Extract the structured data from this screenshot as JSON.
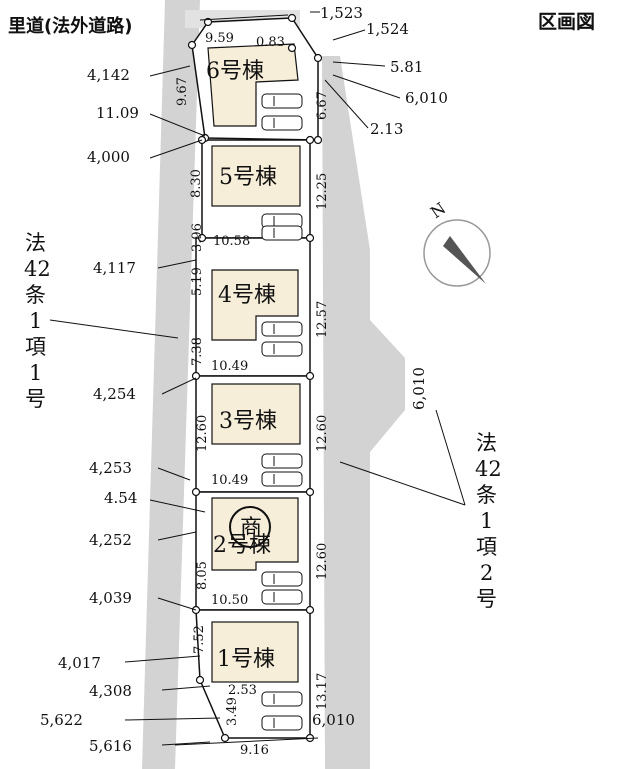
{
  "title": "区画図",
  "road_top_label": "里道(法外道路)",
  "road_left_label": [
    "法",
    "42",
    "条",
    "1",
    "項",
    "1",
    "号"
  ],
  "road_right_label": [
    "法",
    "42",
    "条",
    "1",
    "項",
    "2",
    "号"
  ],
  "commercial_mark": "商",
  "compass_letter": "N",
  "lots": [
    {
      "name": "6号棟"
    },
    {
      "name": "5号棟"
    },
    {
      "name": "4号棟"
    },
    {
      "name": "3号棟"
    },
    {
      "name": "2号棟"
    },
    {
      "name": "1号棟"
    }
  ],
  "left_elevations": [
    "4,142",
    "4,000",
    "4,117",
    "4,254",
    "4,253",
    "4,252",
    "4,039",
    "4,017",
    "4,308",
    "5,622",
    "5,616"
  ],
  "right_elevations": [
    "1,523",
    "1,524",
    "6,010",
    "6,010",
    "6,010"
  ],
  "lot_dimensions": {
    "top_width": "9.59",
    "lot6_top_small": "0.83",
    "lot6_left": "9.67",
    "lot6_right": "6.67",
    "lot6_right_small_a": "5.81",
    "lot6_right_small_b": "2.13",
    "lot6_bottom_left": "11.09",
    "lot5_left": "8.30",
    "lot5_right": "12.25",
    "lot5_bottom": "10.58",
    "lot4_left_small": "3.96",
    "lot4_left_a": "5.19",
    "lot4_left_b": "7.38",
    "lot4_right": "12.57",
    "lot4_bottom": "10.49",
    "lot3_left": "12.60",
    "lot3_right": "12.60",
    "lot3_bottom": "10.49",
    "lot2_left_small": "4.54",
    "lot2_left": "8.05",
    "lot2_right": "12.60",
    "lot2_bottom": "10.50",
    "lot1_left": "7.52",
    "lot1_right": "13.17",
    "lot1_bottom_small": "2.53",
    "lot1_left_small": "3.49",
    "bottom_width": "9.16"
  }
}
